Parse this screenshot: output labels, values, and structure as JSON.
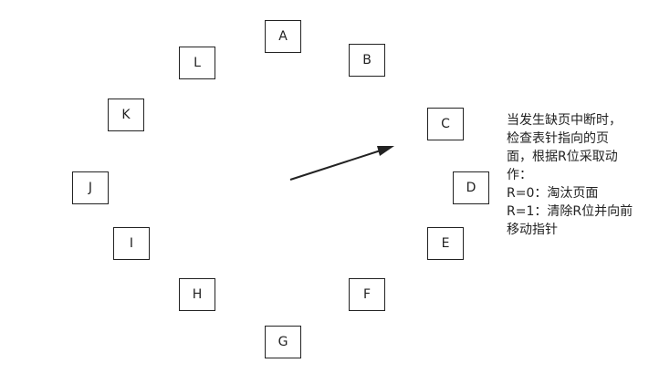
{
  "pages": [
    "A",
    "B",
    "C",
    "D",
    "E",
    "F",
    "G",
    "H",
    "I",
    "J",
    "K",
    "L"
  ],
  "note": {
    "lines": [
      "当发生缺页中断时，",
      "检查表针指向的页",
      "面，根据R位采取动",
      "作：",
      "R=0：淘汰页面",
      "R=1：清除R位并向前",
      "移动指针"
    ]
  },
  "colors": {
    "stroke": "#222222",
    "text": "#222222"
  },
  "icons": {
    "pointer": "arrow-icon"
  }
}
